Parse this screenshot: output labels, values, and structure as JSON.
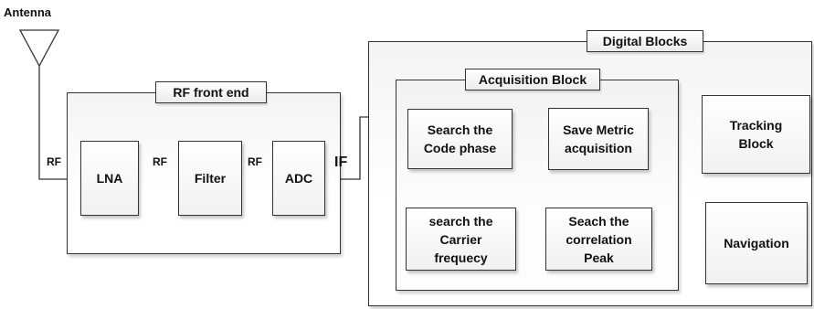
{
  "antenna": {
    "label": "Antenna"
  },
  "groups": {
    "rf_front_end": "RF front end",
    "digital_blocks": "Digital Blocks",
    "acquisition_block": "Acquisition Block"
  },
  "blocks": {
    "lna": "LNA",
    "filter": "Filter",
    "adc": "ADC",
    "search_code_phase": "Search  the\nCode phase",
    "search_carrier_frequency": "search  the\nCarrier\nfrequecy",
    "search_correlation_peak": "Seach the\ncorrelation\nPeak",
    "save_metric_acquisition": "Save Metric\nacquisition",
    "tracking_block": "Tracking\nBlock",
    "navigation": "Navigation"
  },
  "signals": {
    "rf_antenna": "RF",
    "rf_lna_filter": "RF",
    "rf_filter_adc": "RF",
    "if_out": "IF"
  }
}
